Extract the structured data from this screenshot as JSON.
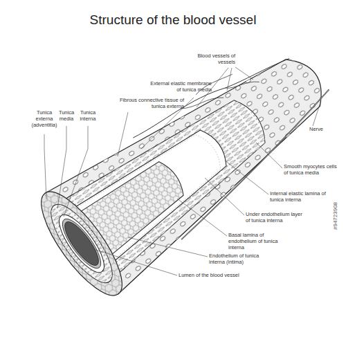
{
  "diagram": {
    "title": "Structure of the blood vessel",
    "labels": [
      "Blood vessels of vessels",
      "External elastic membrane of tunica media",
      "Fibrous connective tissue of tunica externa",
      "Tunica externa (adventitia)",
      "Tunica media",
      "Tunica interna",
      "Nerve",
      "Smooth myocytes cells of tunica media",
      "Internal elastic lamina of tunica interna",
      "Under endothelium layer of tunica interna",
      "Basal lamina of endothelium of tunica interna",
      "Endothelium of tunica interna (intima)",
      "Lumen of the blood vessel",
      "#94723908"
    ]
  }
}
